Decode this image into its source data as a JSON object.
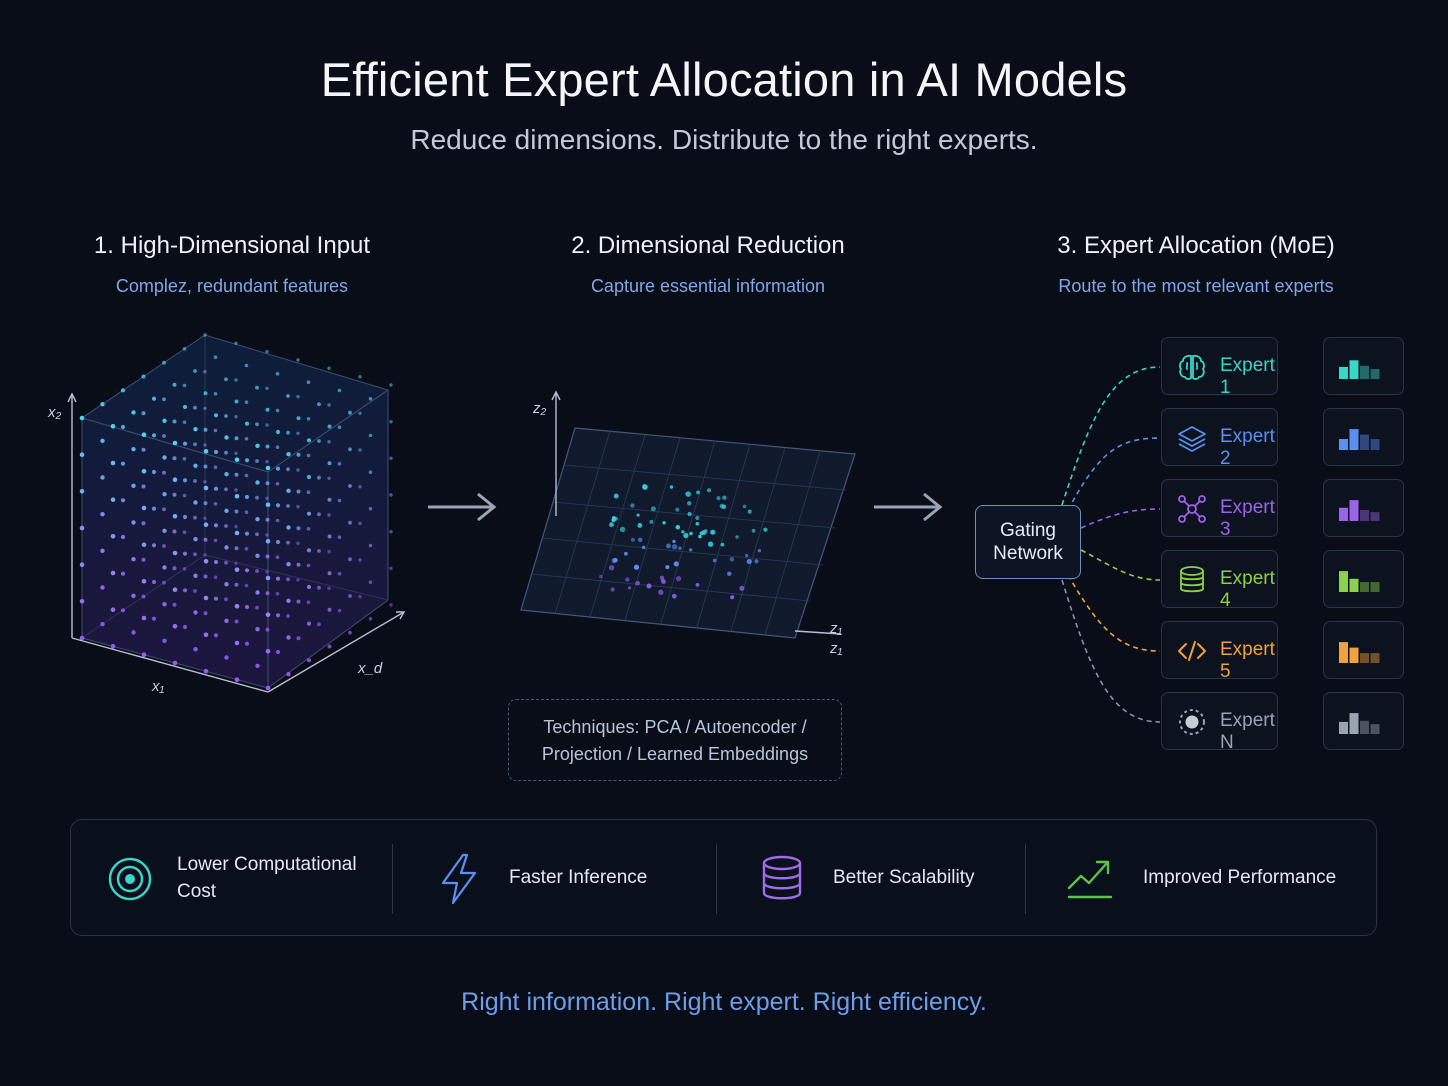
{
  "header": {
    "title": "Efficient Expert Allocation in AI Models",
    "subtitle": "Reduce dimensions. Distribute to the right experts."
  },
  "panels": [
    {
      "title": "1. High-Dimensional Input",
      "subtitle": "Complez, redundant features"
    },
    {
      "title": "2. Dimensional Reduction",
      "subtitle": "Capture essential information"
    },
    {
      "title": "3. Expert Allocation (MoE)",
      "subtitle": "Route to the most relevant experts"
    }
  ],
  "cube_axes": {
    "x2": "x₂",
    "x1": "x₁",
    "xd": "x_d"
  },
  "plane_axes": {
    "z2": "z₂",
    "z1_top": "z₁",
    "z1": "z₁"
  },
  "techniques": {
    "line1": "Techniques: PCA / Autoencoder /",
    "line2": "Projection / Learned Embeddings"
  },
  "gating": {
    "line1": "Gating",
    "line2": "Network"
  },
  "experts": [
    {
      "label": "Expert 1",
      "icon": "brain-icon",
      "color": "#3ad6c8",
      "bars": [
        0.55,
        0.85,
        0.6,
        0.45
      ]
    },
    {
      "label": "Expert 2",
      "icon": "layers-icon",
      "color": "#5b8ff0",
      "bars": [
        0.5,
        0.95,
        0.7,
        0.5
      ]
    },
    {
      "label": "Expert 3",
      "icon": "network-icon",
      "color": "#9b63ea",
      "bars": [
        0.6,
        0.95,
        0.5,
        0.4
      ]
    },
    {
      "label": "Expert 4",
      "icon": "database-icon",
      "color": "#8bd14a",
      "bars": [
        0.95,
        0.6,
        0.45,
        0.45
      ]
    },
    {
      "label": "Expert 5",
      "icon": "code-icon",
      "color": "#f2a23a",
      "bars": [
        0.95,
        0.7,
        0.45,
        0.45
      ]
    },
    {
      "label": "Expert N",
      "icon": "dotted-circle-icon",
      "color": "#9aa3b2",
      "bars": [
        0.55,
        0.95,
        0.6,
        0.45
      ]
    }
  ],
  "benefits": [
    {
      "line1": "Lower Computational",
      "line2": "Cost",
      "icon": "target-icon",
      "color": "#3ad6c8"
    },
    {
      "line1": "Faster Inference",
      "line2": "",
      "icon": "lightning-icon",
      "color": "#5b8ff0"
    },
    {
      "line1": "Better Scalability",
      "line2": "",
      "icon": "database-icon",
      "color": "#a06ae8"
    },
    {
      "line1": "Improved Performance",
      "line2": "",
      "icon": "trend-up-icon",
      "color": "#5fc24a"
    }
  ],
  "tagline": "Right information. Right expert. Right efficiency."
}
